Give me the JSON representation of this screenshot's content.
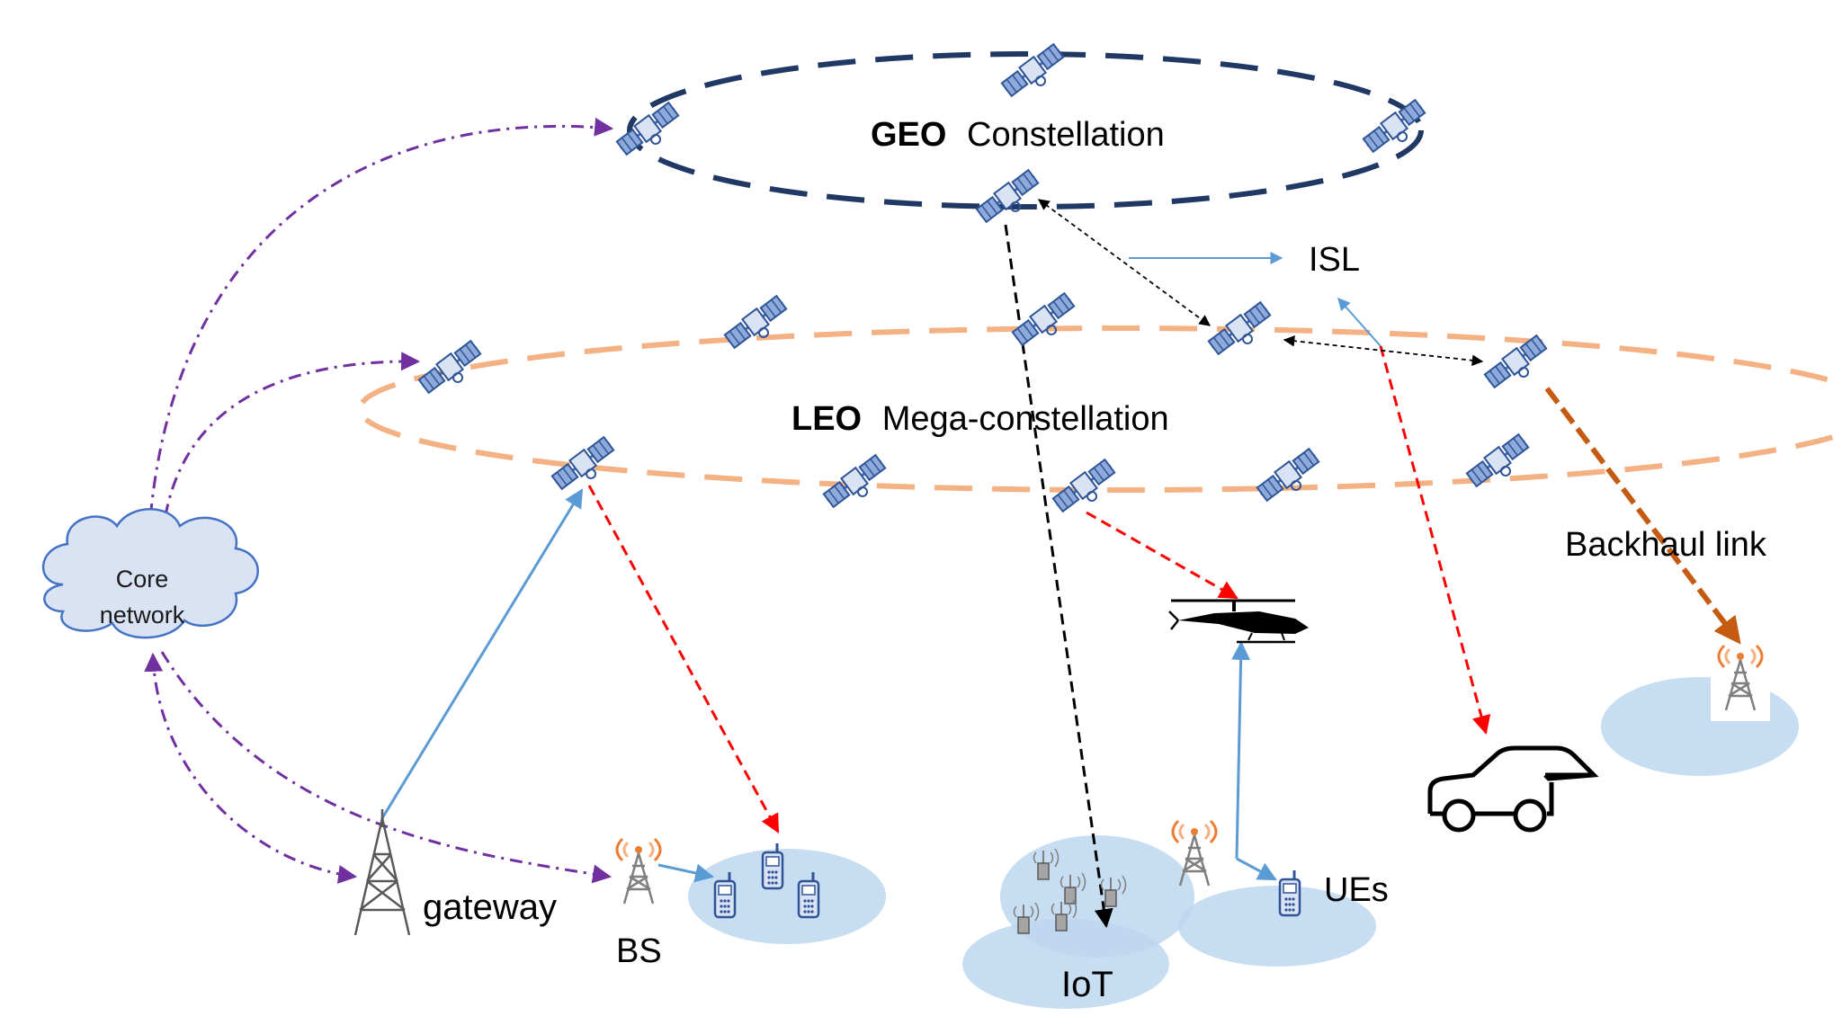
{
  "labels": {
    "geo_bold": "GEO",
    "geo_rest": "Constellation",
    "leo_bold": "LEO",
    "leo_rest": "Mega-constellation",
    "isl": "ISL",
    "backhaul": "Backhaul link",
    "core_line1": "Core",
    "core_line2": "network",
    "gateway": "gateway",
    "bs": "BS",
    "iot": "IoT",
    "ues": "UEs"
  },
  "colors": {
    "geo_orbit": "#1f3864",
    "leo_orbit": "#f4b183",
    "core_link": "#7030a0",
    "uplink": "#5b9bd5",
    "downlink": "#ff0000",
    "geo_iot_link": "#000000",
    "backhaul": "#c55a11",
    "cell_area": "#bdd7ee",
    "satellite": "#4472c4"
  },
  "icons": [
    "satellite-icon",
    "cloud-icon",
    "tower-icon",
    "base-station-icon",
    "phone-icon",
    "iot-sensor-icon",
    "helicopter-icon",
    "car-icon"
  ]
}
